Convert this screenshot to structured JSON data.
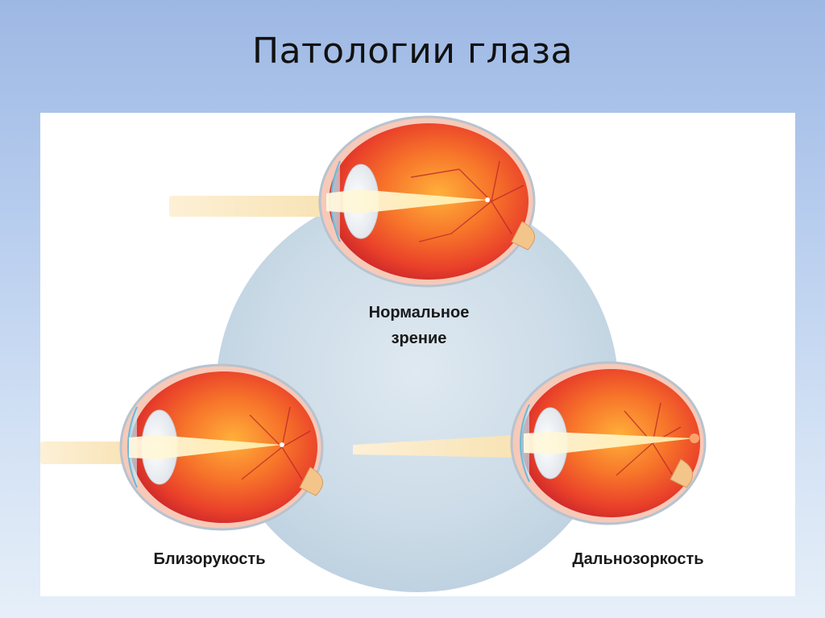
{
  "title": "Патологии глаза",
  "diagram": {
    "normal_label_line1": "Нормальное",
    "normal_label_line2": "зрение",
    "myopia_label": "Близорукость",
    "hyperopia_label": "Дальнозоркость"
  }
}
